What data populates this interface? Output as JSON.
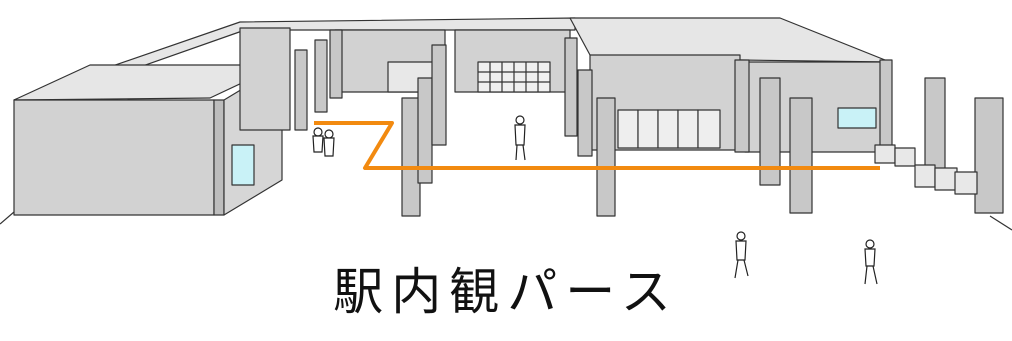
{
  "caption": "駅内観パース",
  "colors": {
    "route": "#f28a10",
    "wall": "#d2d2d2",
    "wall_top": "#e6e6e6",
    "pillar": "#c8c8c8",
    "floor": "#ffffff",
    "glass": "#c9f2f7",
    "outline": "#333333"
  },
  "figures": [
    "couple-figures",
    "walking-person-center",
    "walking-person-front-left",
    "walking-person-front-right"
  ]
}
